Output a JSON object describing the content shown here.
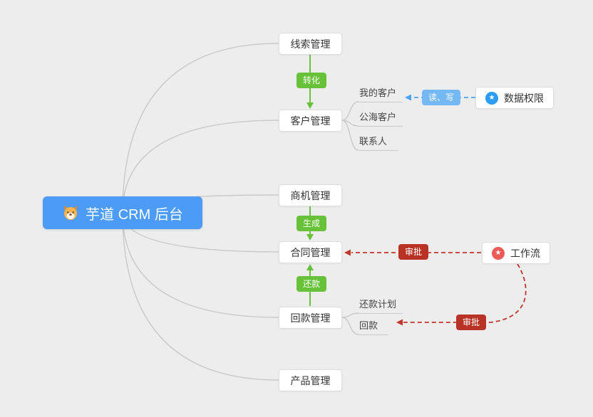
{
  "colors": {
    "background": "#ededed",
    "root_node": "#4b9bf7",
    "green_badge": "#67c23a",
    "blue_badge": "#74b9f5",
    "red_badge": "#b93226",
    "blue_star": "#2b9df4",
    "red_star": "#ec5a57",
    "connector_gray": "#c9c9c9",
    "blue_dashed": "#4aa3f5",
    "red_dashed": "#c0362b"
  },
  "root": {
    "label": "芋道 CRM 后台",
    "icon": "shiba-dog-icon"
  },
  "modules": {
    "lead": {
      "label": "线索管理"
    },
    "customer": {
      "label": "客户管理"
    },
    "business": {
      "label": "商机管理"
    },
    "contract": {
      "label": "合同管理"
    },
    "receivable": {
      "label": "回款管理"
    },
    "product": {
      "label": "产品管理"
    }
  },
  "customer_children": [
    {
      "label": "我的客户"
    },
    {
      "label": "公海客户"
    },
    {
      "label": "联系人"
    }
  ],
  "receivable_children": [
    {
      "label": "还款计划"
    },
    {
      "label": "回款"
    }
  ],
  "edges": {
    "convert_badge": "转化",
    "generate_badge": "生成",
    "repay_badge": "还款",
    "read_write_badge": "读、写",
    "approve_contract_badge": "审批",
    "approve_receivable_badge": "审批"
  },
  "features": {
    "data_permission": {
      "label": "数据权限",
      "icon": "star-icon"
    },
    "workflow": {
      "label": "工作流",
      "icon": "star-icon"
    }
  }
}
